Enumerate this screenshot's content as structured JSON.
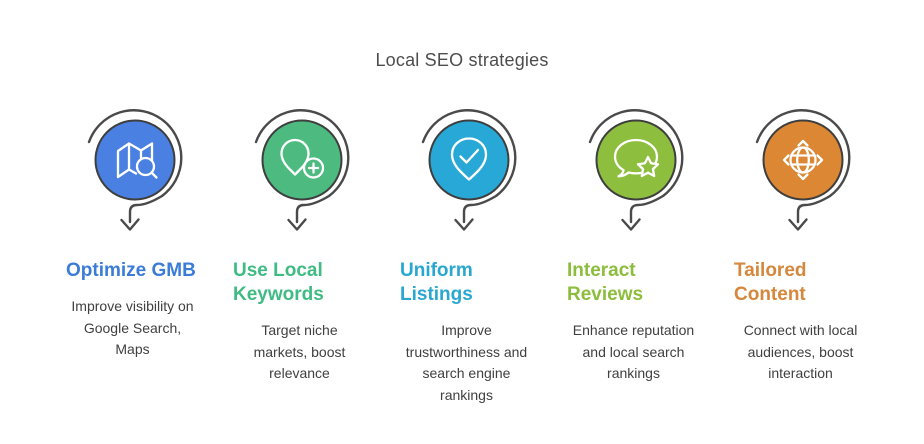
{
  "title": "Local SEO strategies",
  "colors": {
    "loop_stroke": "#4a4a4a",
    "disc_outline": "#3e3e3e",
    "body_text": "#3f3f3f",
    "title_text": "#4d4d4d"
  },
  "columns": [
    {
      "icon": "map-search-icon",
      "disc_color": "#4a80e2",
      "title_color": "#3b7cd8",
      "title_lines": [
        "Optimize GMB"
      ],
      "desc_lines": [
        "Improve visibility on",
        "Google Search,",
        "Maps"
      ]
    },
    {
      "icon": "location-add-icon",
      "disc_color": "#4dbb80",
      "title_color": "#3fbb83",
      "title_lines": [
        "Use Local",
        "Keywords"
      ],
      "desc_lines": [
        "Target niche",
        "markets, boost",
        "relevance"
      ]
    },
    {
      "icon": "location-check-icon",
      "disc_color": "#28a8d6",
      "title_color": "#2aa7d1",
      "title_lines": [
        "Uniform",
        "Listings"
      ],
      "desc_lines": [
        "Improve",
        "trustworthiness and",
        "search engine",
        "rankings"
      ]
    },
    {
      "icon": "review-star-icon",
      "disc_color": "#8ebe3e",
      "title_color": "#8cbd3c",
      "title_lines": [
        "Interact",
        "Reviews"
      ],
      "desc_lines": [
        "Enhance reputation",
        "and local search",
        "rankings"
      ]
    },
    {
      "icon": "globe-targeting-icon",
      "disc_color": "#dc8734",
      "title_color": "#d5873c",
      "title_lines": [
        "Tailored",
        "Content"
      ],
      "desc_lines": [
        "Connect with local",
        "audiences, boost",
        "interaction"
      ]
    }
  ]
}
